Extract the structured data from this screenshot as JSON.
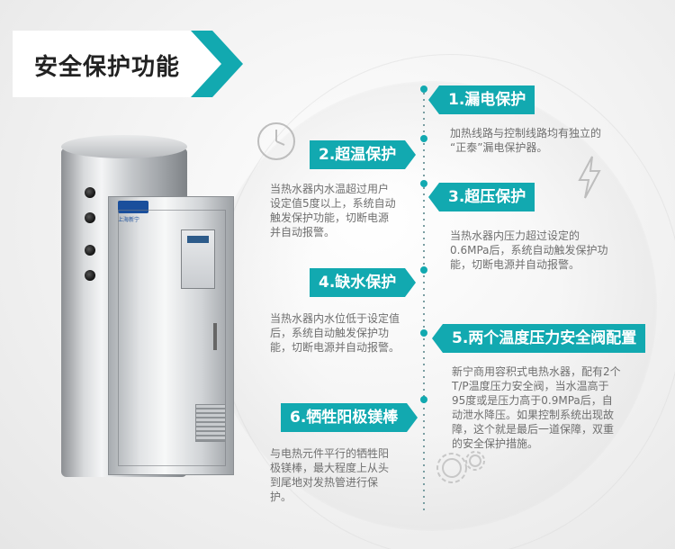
{
  "title": "安全保护功能",
  "product": {
    "brand_label": "上海新宁"
  },
  "features": [
    {
      "label": "1.漏电保护",
      "desc": [
        "加热线路与控制线路均有独立的",
        "“正泰”漏电保护器。"
      ]
    },
    {
      "label": "2.超温保护",
      "desc": [
        "当热水器内水温超过用户",
        "设定值5度以上，系统自动",
        "触发保护功能，切断电源",
        "并自动报警。"
      ]
    },
    {
      "label": "3.超压保护",
      "desc": [
        "当热水器内压力超过设定的",
        "0.6MPa后，系统自动触发保护功",
        "能，切断电源并自动报警。"
      ]
    },
    {
      "label": "4.缺水保护",
      "desc": [
        "当热水器内水位低于设定值",
        "后，系统自动触发保护功",
        "能，切断电源并自动报警。"
      ]
    },
    {
      "label": "5.两个温度压力安全阀配置",
      "desc": [
        "新宁商用容积式电热水器，配有2个",
        "T/P温度压力安全阀，当水温高于",
        "95度或是压力高于0.9MPa后，自",
        "动泄水降压。如果控制系统出现故",
        "障，这个就是最后一道保障，双重",
        "的安全保护措施。"
      ]
    },
    {
      "label": "6.牺牲阳极镁棒",
      "desc": [
        "与电热元件平行的牺牲阳",
        "极镁棒，最大程度上从头",
        "到尾地对发热管进行保",
        "护。"
      ]
    }
  ],
  "colors": {
    "accent": "#12a9b0",
    "text": "#6f6f6f"
  },
  "icons": [
    "clock-icon",
    "lightning-icon",
    "gear-icon"
  ]
}
